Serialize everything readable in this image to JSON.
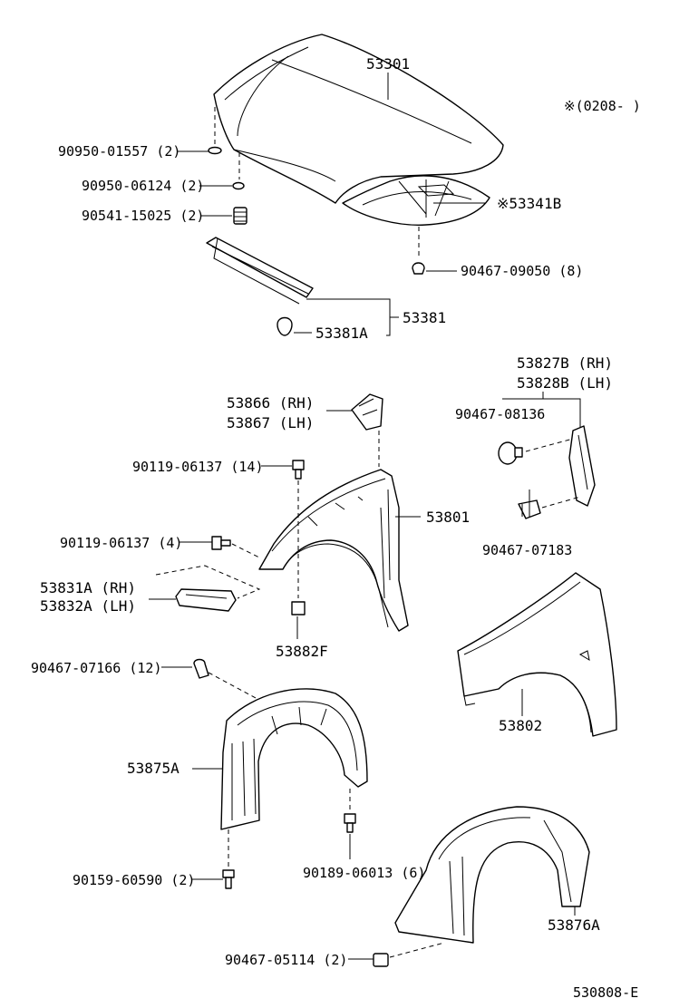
{
  "diagram": {
    "note": "※(0208-    )",
    "sheet_id": "530808-E",
    "labels": {
      "hood": "53301",
      "hood_clip_1": "90950-01557 (2)",
      "hood_clip_2": "90950-06124 (2)",
      "hood_cushion": "90541-15025 (2)",
      "hood_insulator": "※53341B",
      "insulator_clip": "90467-09050 (8)",
      "seal_assembly": "53381",
      "seal_clip": "53381A",
      "fender_bracket_rh": "53827B (RH)",
      "fender_bracket_lh": "53828B (LH)",
      "bracket_clip": "90467-08136",
      "bracket_clip_2": "90467-07183",
      "fender_seal_rh": "53866 (RH)",
      "fender_seal_lh": "53867 (LH)",
      "fender_bolt_top": "90119-06137 (14)",
      "fender_bolt_side": "90119-06137 (4)",
      "fender_rh": "53801",
      "fender_lh": "53802",
      "apron_seal_rh": "53831A (RH)",
      "apron_seal_lh": "53832A (LH)",
      "fender_nut": "53882F",
      "liner_clip": "90467-07166 (12)",
      "liner_rh": "53875A",
      "liner_lh": "53876A",
      "liner_screw": "90159-60590 (2)",
      "liner_bolt": "90189-06013 (6)",
      "liner_clip_2": "90467-05114 (2)"
    }
  }
}
